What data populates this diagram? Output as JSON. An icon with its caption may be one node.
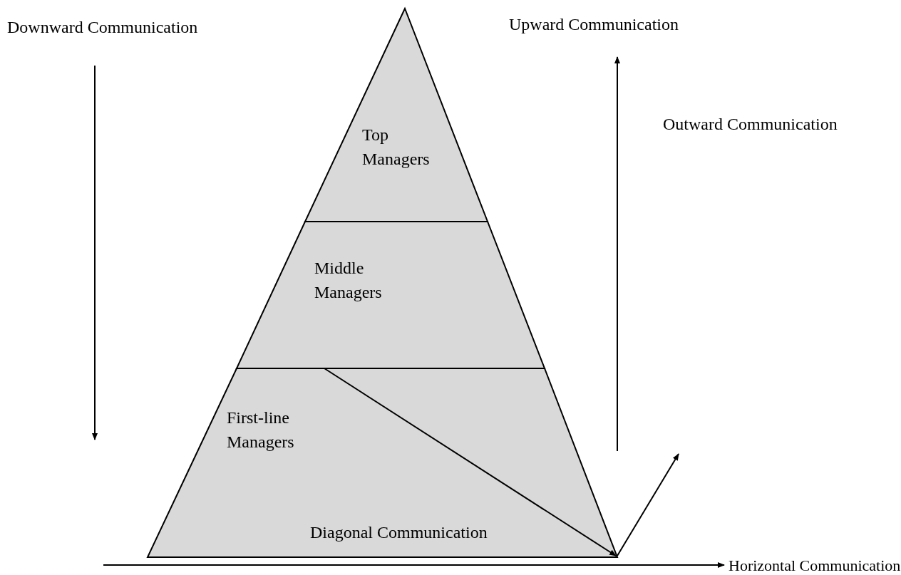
{
  "diagram": {
    "nodes": [
      {
        "text": [
          "Top Managers"
        ]
      },
      {
        "text": [
          "Middle Managers"
        ]
      },
      {
        "text": [
          "First-line Managers"
        ]
      }
    ],
    "edges": [
      {
        "from": 1,
        "to": 2,
        "arrow": "to"
      }
    ],
    "labels": [
      "Downward Communication",
      "Upward Communication",
      "Outward Communication",
      "Diagonal Communication",
      "Horizontal Communication"
    ]
  }
}
